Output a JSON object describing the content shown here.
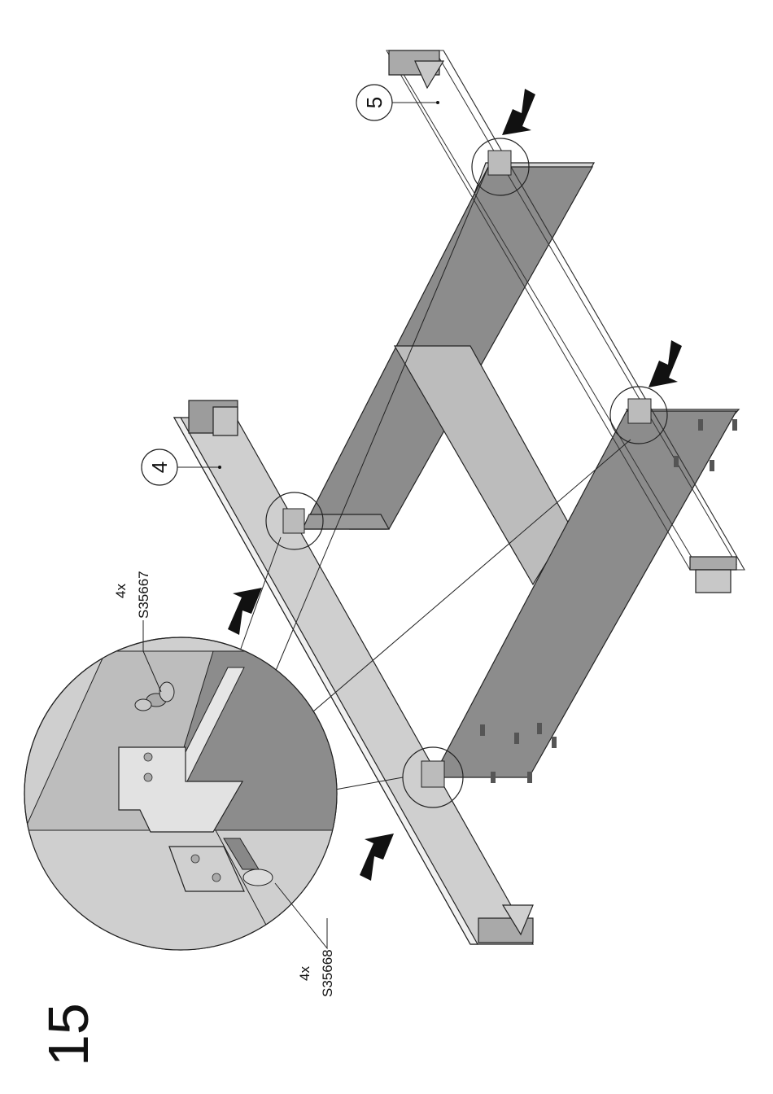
{
  "step_number": "15",
  "callouts": {
    "part_4": "4",
    "part_5": "5"
  },
  "hardware": {
    "wing_nut": {
      "quantity": "4x",
      "code": "S35667"
    },
    "carriage_bolt": {
      "quantity": "4x",
      "code": "S35668"
    }
  }
}
